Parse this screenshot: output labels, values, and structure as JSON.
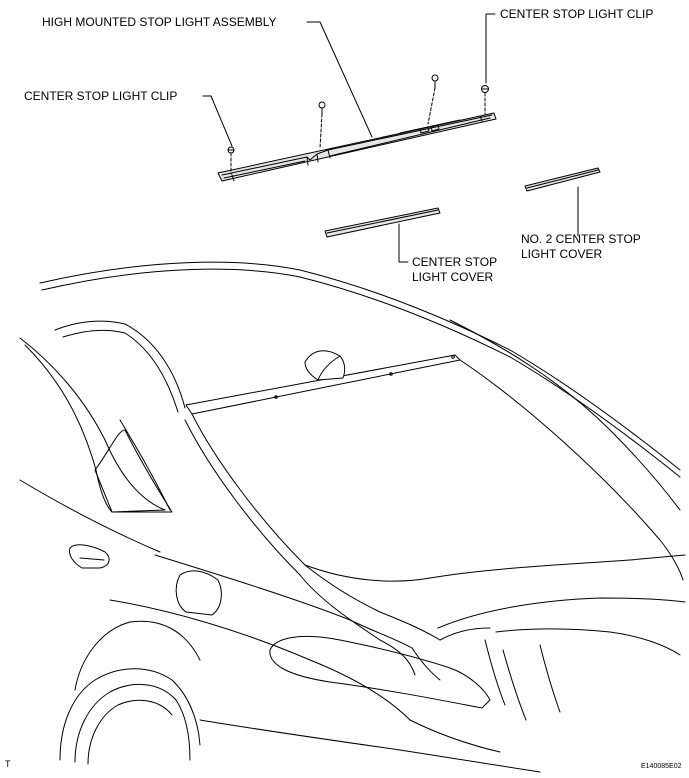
{
  "labels": {
    "high_mounted_assembly": "HIGH MOUNTED STOP LIGHT ASSEMBLY",
    "center_clip_left": "CENTER STOP LIGHT CLIP",
    "center_clip_right": "CENTER STOP LIGHT CLIP",
    "center_cover_line1": "CENTER STOP",
    "center_cover_line2": "LIGHT COVER",
    "no2_cover_line1": "NO. 2 CENTER STOP",
    "no2_cover_line2": "LIGHT COVER"
  },
  "corner_mark": "T",
  "figure_code": "E140085E02",
  "colors": {
    "ink": "#000000",
    "paper": "#ffffff",
    "part_fill": "#e6e6e6"
  }
}
